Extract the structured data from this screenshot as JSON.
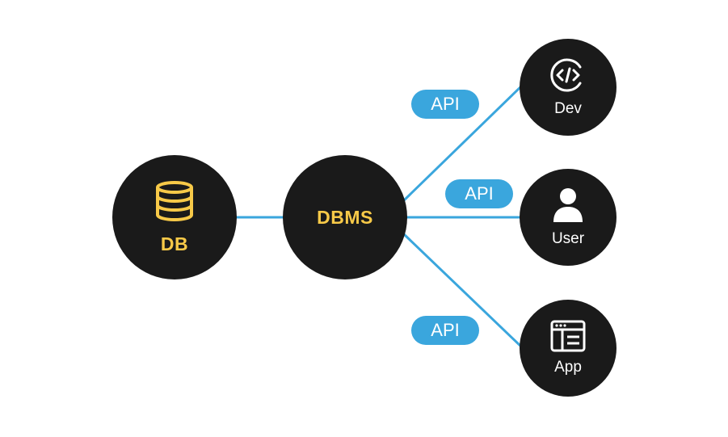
{
  "nodes": {
    "db": {
      "label": "DB",
      "icon": "database-icon"
    },
    "dbms": {
      "label": "DBMS"
    },
    "dev": {
      "label": "Dev",
      "icon": "code-icon"
    },
    "user": {
      "label": "User",
      "icon": "user-icon"
    },
    "app": {
      "label": "App",
      "icon": "browser-window-icon"
    }
  },
  "apis": [
    {
      "label": "API"
    },
    {
      "label": "API"
    },
    {
      "label": "API"
    }
  ],
  "colors": {
    "node": "#1a1a1a",
    "accent_yellow": "#f7c948",
    "link_blue": "#3aa6dd",
    "text_white": "#ffffff"
  }
}
